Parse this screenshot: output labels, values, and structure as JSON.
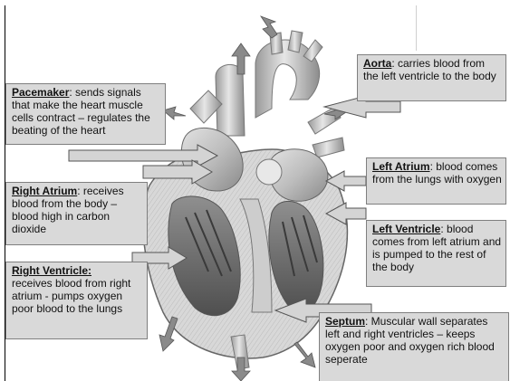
{
  "labels": {
    "pacemaker": {
      "term": "Pacemaker",
      "text": ": sends signals that make the heart muscle cells contract – regulates the beating of the heart"
    },
    "aorta": {
      "term": "Aorta",
      "text": ": carries blood from the left ventricle to the body"
    },
    "left_atrium": {
      "term": "Left Atrium",
      "text": ": blood comes from the lungs with oxygen"
    },
    "right_atrium": {
      "term": "Right Atrium",
      "text": ": receives blood from the body – blood high in carbon dioxide"
    },
    "left_ventricle": {
      "term": "Left Ventricle",
      "text": ": blood comes from left atrium and is pumped to the rest of the body"
    },
    "right_ventricle": {
      "term": "Right Ventricle:",
      "text": "receives blood from right atrium - pumps oxygen poor blood to the lungs"
    },
    "septum": {
      "term": "Septum",
      "text": ": Muscular wall separates left and right ventricles – keeps oxygen poor and oxygen rich blood seperate"
    }
  },
  "colors": {
    "label_bg": "#d9d9d9",
    "label_border": "#7f7f7f",
    "pointer_fill": "#d4d4d4",
    "heart_light": "#cfcfcf",
    "heart_dark": "#6a6a6a"
  }
}
